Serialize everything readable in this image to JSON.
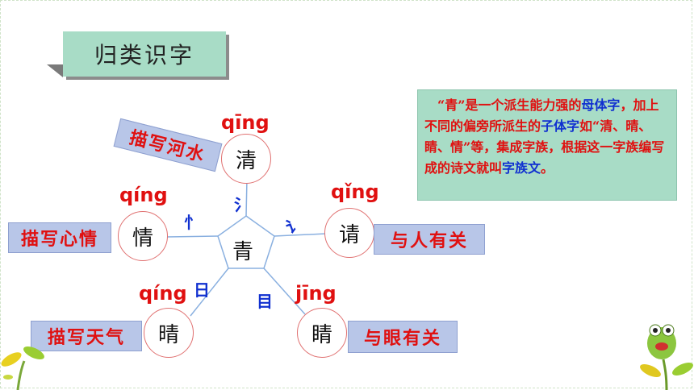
{
  "title": "归类识字",
  "center": {
    "char": "青"
  },
  "nodes": {
    "qing_water": {
      "char": "清",
      "pinyin": "qīng",
      "radical": "氵",
      "label": "描写河水"
    },
    "qing_heart": {
      "char": "情",
      "pinyin": "qíng",
      "radical": "忄",
      "label": "描写心情"
    },
    "qing_speech": {
      "char": "请",
      "pinyin": "qǐng",
      "radical": "讠",
      "label": "与人有关"
    },
    "qing_sun": {
      "char": "晴",
      "pinyin": "qíng",
      "radical": "日",
      "label": "描写天气"
    },
    "jing_eye": {
      "char": "睛",
      "pinyin": "jīng",
      "radical": "目",
      "label": "与眼有关"
    }
  },
  "note": {
    "p1": "“青”是一个派生能力强的",
    "p2": "母体字",
    "p3": "，加上不同的偏旁所派生的",
    "p4": "子体字",
    "p5": "如“清、晴、睛、情”等，集成字族，根据这一字族编写成的诗文就叫",
    "p6": "字族文",
    "p7": "。"
  },
  "colors": {
    "accent_red": "#e01010",
    "accent_blue": "#1030d0",
    "box_green": "#a8dcc6",
    "label_blue": "#b8c6e8"
  }
}
